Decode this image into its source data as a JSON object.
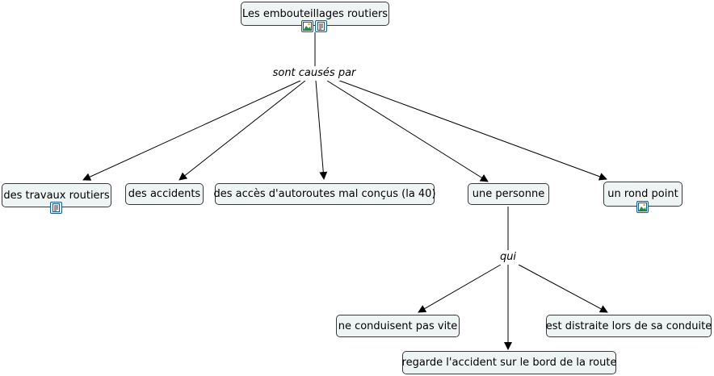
{
  "concept_map": {
    "root": "Les embouteillages routiers",
    "link_causes": "sont causés par",
    "link_who": "qui",
    "causes": [
      "des travaux routiers",
      "des accidents",
      "des accès d'autoroutes mal conçus (la 40)",
      "une personne",
      "un rond point"
    ],
    "person_actions": [
      "ne conduisent pas vite",
      "regarde l'accident sur le bord de la route",
      "est distraite lors de sa conduite"
    ]
  },
  "icons": {
    "image_resource": "image-resource-icon",
    "document_resource": "document-resource-icon"
  }
}
